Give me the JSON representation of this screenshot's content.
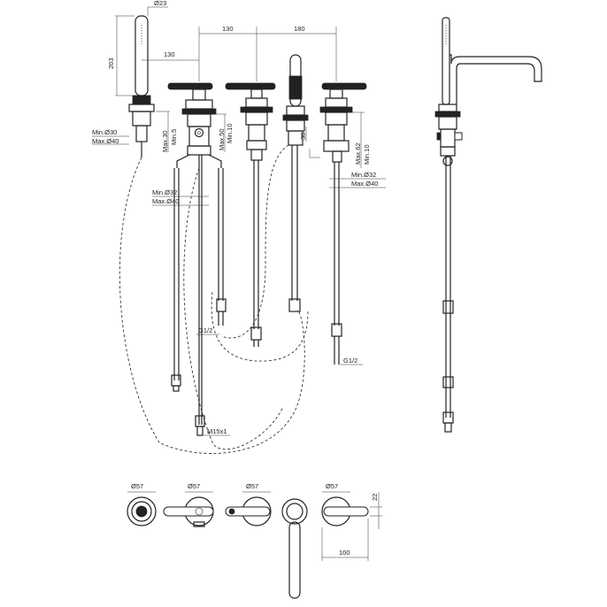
{
  "dimensions": {
    "hand_shower_dia": "Ø23",
    "hand_shower_height": "203",
    "spacing_a": "130",
    "spacing_b": "130",
    "spacing_c": "180",
    "min_dia_30": "Min.Ø30",
    "max_dia_40_a": "Max.Ø40",
    "max_30": "Max.30",
    "min_5": "Min.5",
    "max_50": "Max.50",
    "min_10_a": "Min.10",
    "max_62": "Max.62",
    "min_10_b": "Min.10",
    "dim_38": "38",
    "min_dia_32_a": "Min.Ø32",
    "max_dia_40_b": "Max.Ø40",
    "min_dia_32_b": "Min.Ø32",
    "max_dia_40_c": "Max.Ø40",
    "thread_g12_a": "G1/2",
    "thread_g12_b": "G1/2",
    "thread_m15": "M15x1",
    "plan_dia_1": "Ø57",
    "plan_dia_2": "Ø57",
    "plan_dia_3": "Ø57",
    "plan_dia_4": "Ø57",
    "plan_22": "22",
    "plan_100": "100"
  }
}
